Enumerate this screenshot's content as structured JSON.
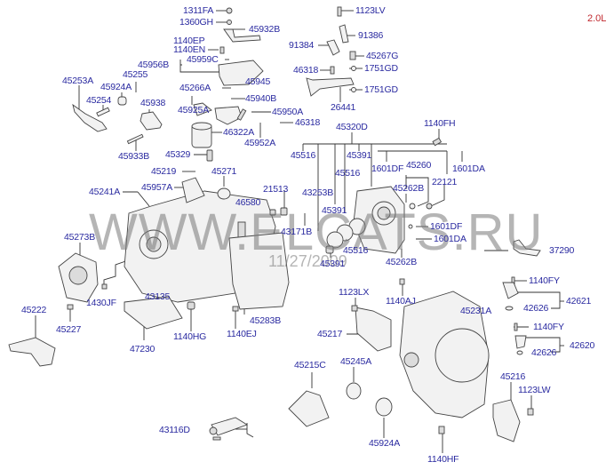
{
  "diagram": {
    "title_variant": "2.0L",
    "watermark": {
      "site": "WWW.ELCATS.RU",
      "date": "11/27/2009"
    },
    "colors": {
      "label": "#2a2aa0",
      "variant": "#c0272d",
      "lines": "#333333"
    },
    "parts": [
      {
        "id": "1311FA",
        "label": "1311FA"
      },
      {
        "id": "1360GH",
        "label": "1360GH"
      },
      {
        "id": "45932B",
        "label": "45932B"
      },
      {
        "id": "1140EP",
        "label": "1140EP"
      },
      {
        "id": "1140EN",
        "label": "1140EN"
      },
      {
        "id": "45956B",
        "label": "45956B"
      },
      {
        "id": "45959C",
        "label": "45959C"
      },
      {
        "id": "45253A",
        "label": "45253A"
      },
      {
        "id": "45255",
        "label": "45255"
      },
      {
        "id": "45924A-top",
        "label": "45924A"
      },
      {
        "id": "45254",
        "label": "45254"
      },
      {
        "id": "45938",
        "label": "45938"
      },
      {
        "id": "45266A",
        "label": "45266A"
      },
      {
        "id": "45945",
        "label": "45945"
      },
      {
        "id": "45925A",
        "label": "45925A"
      },
      {
        "id": "45940B",
        "label": "45940B"
      },
      {
        "id": "45950A",
        "label": "45950A"
      },
      {
        "id": "46318-mid",
        "label": "46318"
      },
      {
        "id": "46322A",
        "label": "46322A"
      },
      {
        "id": "45952A",
        "label": "45952A"
      },
      {
        "id": "45933B",
        "label": "45933B"
      },
      {
        "id": "45329",
        "label": "45329"
      },
      {
        "id": "1123LV",
        "label": "1123LV"
      },
      {
        "id": "91386",
        "label": "91386"
      },
      {
        "id": "91384",
        "label": "91384"
      },
      {
        "id": "45267G",
        "label": "45267G"
      },
      {
        "id": "46318-top",
        "label": "46318"
      },
      {
        "id": "1751GD-a",
        "label": "1751GD"
      },
      {
        "id": "1751GD-b",
        "label": "1751GD"
      },
      {
        "id": "26441",
        "label": "26441"
      },
      {
        "id": "45320D",
        "label": "45320D"
      },
      {
        "id": "1140FH",
        "label": "1140FH"
      },
      {
        "id": "45516-a",
        "label": "45516"
      },
      {
        "id": "45391-a",
        "label": "45391"
      },
      {
        "id": "1601DF-a",
        "label": "1601DF"
      },
      {
        "id": "45260",
        "label": "45260"
      },
      {
        "id": "1601DA-a",
        "label": "1601DA"
      },
      {
        "id": "45516-b",
        "label": "45516"
      },
      {
        "id": "43253B",
        "label": "43253B"
      },
      {
        "id": "45262B-a",
        "label": "45262B"
      },
      {
        "id": "22121",
        "label": "22121"
      },
      {
        "id": "45219",
        "label": "45219"
      },
      {
        "id": "45271",
        "label": "45271"
      },
      {
        "id": "45241A",
        "label": "45241A"
      },
      {
        "id": "45957A",
        "label": "45957A"
      },
      {
        "id": "21513",
        "label": "21513"
      },
      {
        "id": "46580",
        "label": "46580"
      },
      {
        "id": "45391-b",
        "label": "45391"
      },
      {
        "id": "43171B",
        "label": "43171B"
      },
      {
        "id": "1601DF-b",
        "label": "1601DF"
      },
      {
        "id": "1601DA-b",
        "label": "1601DA"
      },
      {
        "id": "45516-c",
        "label": "45516"
      },
      {
        "id": "45391-c",
        "label": "45391"
      },
      {
        "id": "45262B-b",
        "label": "45262B"
      },
      {
        "id": "45273B",
        "label": "45273B"
      },
      {
        "id": "37290",
        "label": "37290"
      },
      {
        "id": "1430JF",
        "label": "1430JF"
      },
      {
        "id": "43135",
        "label": "43135"
      },
      {
        "id": "45283B",
        "label": "45283B"
      },
      {
        "id": "1123LX",
        "label": "1123LX"
      },
      {
        "id": "1140AJ",
        "label": "1140AJ"
      },
      {
        "id": "1140FY-a",
        "label": "1140FY"
      },
      {
        "id": "42626-a",
        "label": "42626"
      },
      {
        "id": "42621",
        "label": "42621"
      },
      {
        "id": "45222",
        "label": "45222"
      },
      {
        "id": "45227",
        "label": "45227"
      },
      {
        "id": "1140HG",
        "label": "1140HG"
      },
      {
        "id": "1140EJ",
        "label": "1140EJ"
      },
      {
        "id": "45217",
        "label": "45217"
      },
      {
        "id": "45231A",
        "label": "45231A"
      },
      {
        "id": "1140FY-b",
        "label": "1140FY"
      },
      {
        "id": "42626-b",
        "label": "42626"
      },
      {
        "id": "42620",
        "label": "42620"
      },
      {
        "id": "47230",
        "label": "47230"
      },
      {
        "id": "45215C",
        "label": "45215C"
      },
      {
        "id": "45245A",
        "label": "45245A"
      },
      {
        "id": "45216",
        "label": "45216"
      },
      {
        "id": "1123LW",
        "label": "1123LW"
      },
      {
        "id": "43116D",
        "label": "43116D"
      },
      {
        "id": "45924A-bot",
        "label": "45924A"
      },
      {
        "id": "1140HF",
        "label": "1140HF"
      }
    ]
  }
}
